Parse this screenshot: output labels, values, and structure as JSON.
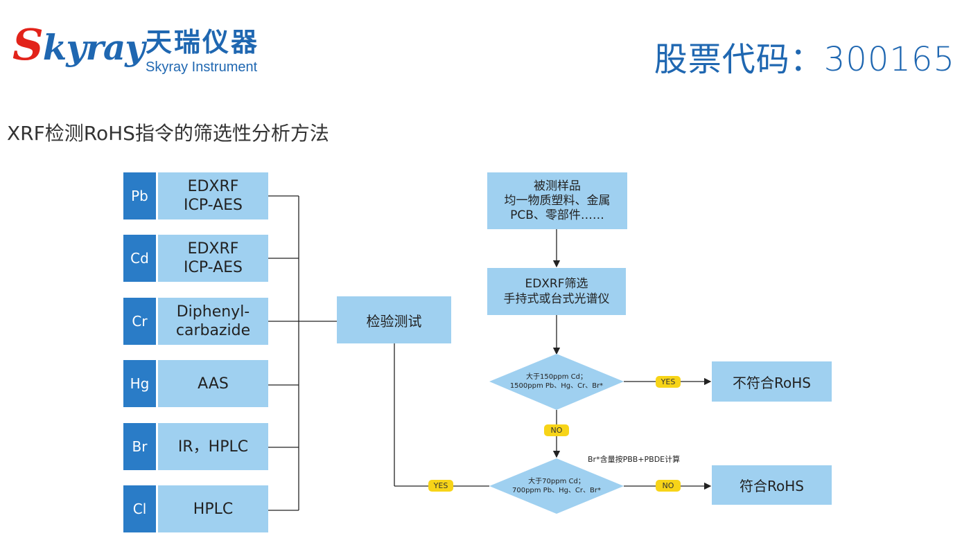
{
  "header": {
    "logo_script": "kyray",
    "logo_script_initial": "S",
    "logo_cn": "天瑞仪器",
    "logo_en": "Skyray Instrument",
    "stock_code": "股票代码：300165"
  },
  "subtitle": "XRF检测RoHS指令的筛选性分析方法",
  "elements": [
    {
      "symbol": "Pb",
      "method_lines": [
        "EDXRF",
        "ICP-AES"
      ]
    },
    {
      "symbol": "Cd",
      "method_lines": [
        "EDXRF",
        "ICP-AES"
      ]
    },
    {
      "symbol": "Cr",
      "method_lines": [
        "Diphenyl-",
        "carbazide"
      ]
    },
    {
      "symbol": "Hg",
      "method_lines": [
        "AAS"
      ]
    },
    {
      "symbol": "Br",
      "method_lines": [
        "IR，HPLC"
      ]
    },
    {
      "symbol": "Cl",
      "method_lines": [
        "HPLC"
      ]
    }
  ],
  "test_box": "检验测试",
  "sample_box": [
    "被测样品",
    "均一物质塑料、金属",
    "PCB、零部件……"
  ],
  "screen_box": [
    "EDXRF筛选",
    "手持式或台式光谱仪"
  ],
  "decision1": [
    "大于150ppm Cd；",
    "1500ppm Pb、Hg、Cr、Br*"
  ],
  "decision2": [
    "大于70ppm Cd；",
    "700ppm Pb、Hg、Cr、Br*"
  ],
  "yes_label": "YES",
  "no_label": "NO",
  "not_compliant": "不符合RoHS",
  "compliant": "符合RoHS",
  "note": "Br*含量按PBB+PBDE计算",
  "colors": {
    "brand_blue": "#1f67b1",
    "logo_red": "#e2231a",
    "element_blue": "#2a7cc7",
    "box_light_blue": "#9fd0f0",
    "badge_yellow": "#f7d418"
  }
}
